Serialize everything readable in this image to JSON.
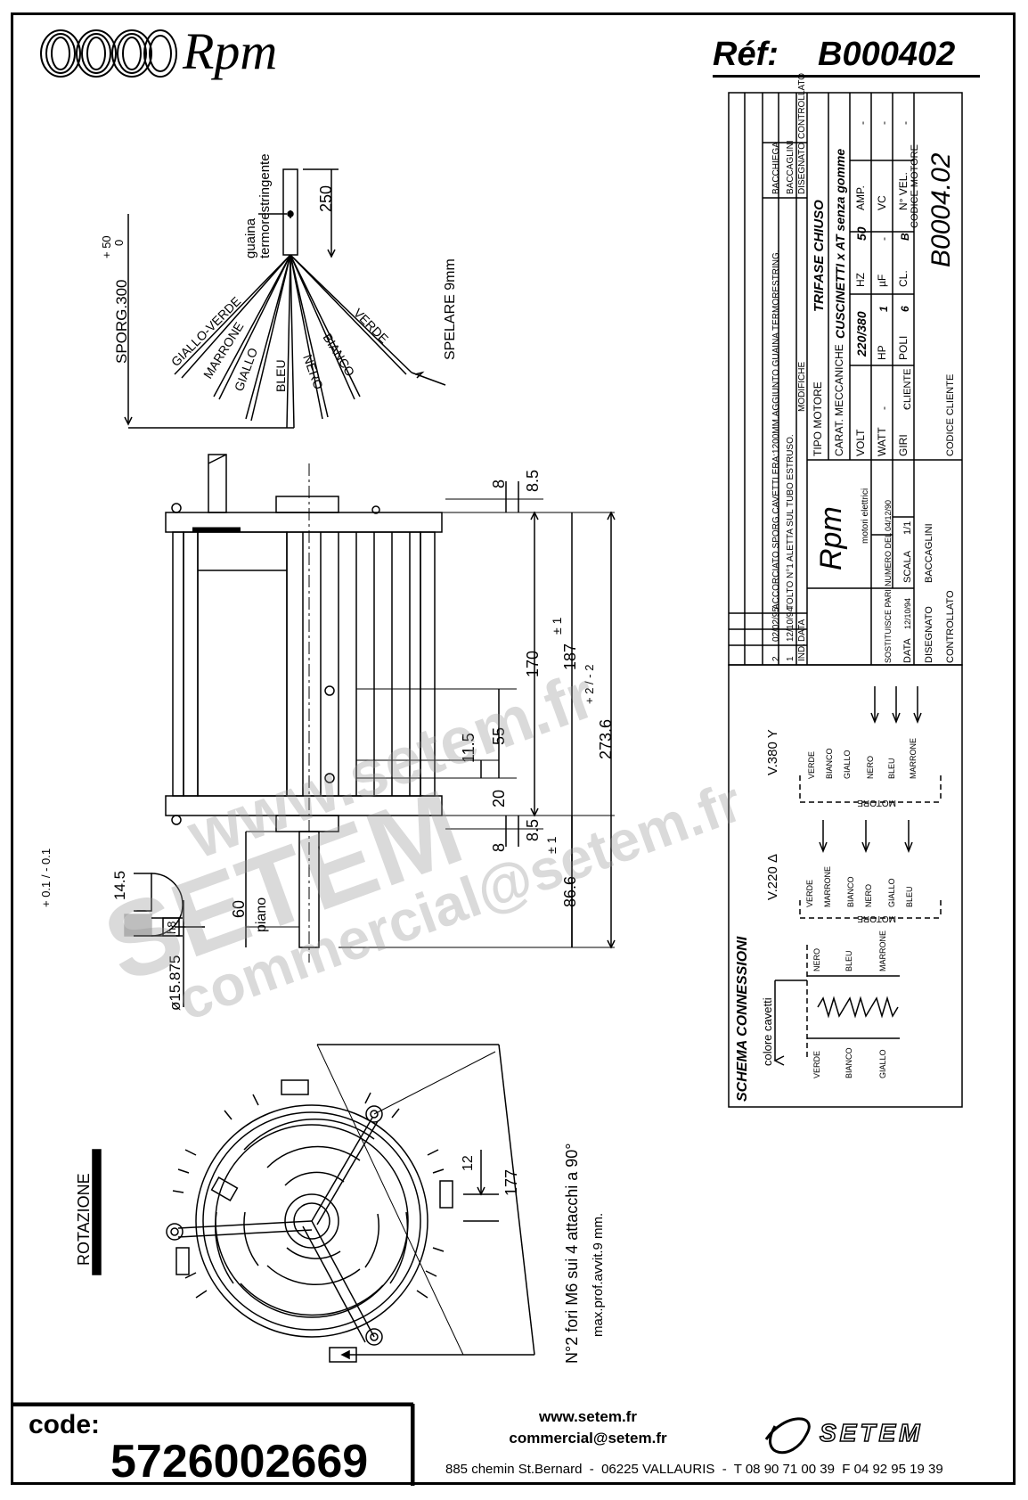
{
  "header": {
    "brand": "Rpm",
    "reference_label": "Réf:",
    "reference_value": "B000402"
  },
  "leads": {
    "sheath_label": "guaina\ntermorestringente",
    "length": "250",
    "overhang": "SPORG.300",
    "overhang_tol_plus": "+ 50",
    "overhang_tol_minus": "0",
    "strip": "SPELARE 9mm",
    "wires": [
      "GIALLO-VERDE",
      "MARRONE",
      "GIALLO",
      "BLEU",
      "NERO",
      "BIANCO",
      "VERDE"
    ]
  },
  "dimensions": {
    "d8_top": "8",
    "d85_top": "8.5",
    "d170": "170",
    "d187": "187",
    "d187_tol": "± 1",
    "d2736": "273.6",
    "d2736_tol": "+ 2 / - 2",
    "d55": "55",
    "d115": "11.5",
    "d20": "20",
    "d85_bot": "8.5",
    "d8_bot": "8",
    "d866": "86.6",
    "d866_tol": "± 1",
    "d60": "60",
    "piano": "piano",
    "shaft_dia": "ø15.875",
    "fit": "h8",
    "flat": "14.5",
    "flat_tol": "+ 0.1 / - 0.1",
    "d12": "12",
    "d177": "177",
    "holes_note_1": "N°2 fori M6 sui 4 attacchi a 90°",
    "holes_note_2": "max.prof.avvit.9 mm.",
    "rotation": "ROTAZIONE"
  },
  "title_block": {
    "revisions": [
      {
        "ind": "2",
        "date": "02/02/95",
        "text": "ACCORCIATO SPORG.CAVETTI ERA:1200MM.AGGIUNTO GUAINA TERMORESTRING.",
        "by": "BACCHIEGA"
      },
      {
        "ind": "1",
        "date": "12/10/94",
        "text": "TOLTO N°1 ALETTA SUL TUBO ESTRUSO.",
        "by": "BACCAGLINI"
      }
    ],
    "col_ind": "IND.",
    "col_data": "DATA",
    "col_mod": "MODIFICHE",
    "col_drawn": "DISEGNATO",
    "col_checked": "CONTROLLATO",
    "motor_type_label": "TIPO MOTORE",
    "motor_type": "TRIFASE CHIUSO",
    "mech_label": "CARAT. MECCANICHE",
    "mech": "CUSCINETTI x AT senza gomme",
    "volt_label": "VOLT",
    "volt": "220/380",
    "hz_label": "HZ",
    "hz": "50",
    "amp_label": "AMP.",
    "amp": "-",
    "watt_label": "WATT",
    "watt": "-",
    "hp_label": "HP",
    "hp": "1",
    "uf_label": "µF",
    "uf": "-",
    "vc_label": "VC",
    "vc": "-",
    "giri_label": "GIRI",
    "giri": "-",
    "poli_label": "POLI",
    "poli": "6",
    "cl_label": "CL.",
    "cl": "B",
    "vel_label": "N° VEL.",
    "vel": "-",
    "brand_sub": "motori elettrici",
    "substitutes_label": "SOSTITUISCE PARI",
    "number_label": "NUMERO DEL",
    "number_date": "04/12/90",
    "date_label": "DATA",
    "date": "12/10/94",
    "scale_label": "SCALA",
    "scale": "1/1",
    "drawn_label": "DISEGNATO",
    "drawn": "BACCAGLINI",
    "checked_label": "CONTROLLATO",
    "client_label": "CLIENTE",
    "client_code_label": "CODICE CLIENTE",
    "motor_code_label": "CODICE MOTORE",
    "motor_code": "B0004.02"
  },
  "connections": {
    "title": "SCHEMA CONNESSIONI",
    "colors_note": "colore cavetti",
    "star_label": "V.380 Y",
    "delta_label": "V.220 Δ",
    "motor_label": "MOTORE",
    "star_wires": [
      "VERDE",
      "BIANCO",
      "GIALLO",
      "NERO",
      "BLEU",
      "MARRONE"
    ],
    "delta_wires": [
      "VERDE",
      "MARRONE",
      "BIANCO",
      "NERO",
      "GIALLO",
      "BLEU"
    ],
    "winding_top": [
      "NERO",
      "BLEU",
      "MARRONE"
    ],
    "winding_bottom": [
      "VERDE",
      "BIANCO",
      "GIALLO"
    ]
  },
  "footer": {
    "code_label": "code:",
    "code_value": "5726002669",
    "website": "www.setem.fr",
    "email": "commercial@setem.fr",
    "address": "885 chemin St.Bernard  -  06225 VALLAURIS  -  T 08 90 71 00 39  F 04 92 95 19 39",
    "company": "SETEM"
  },
  "watermarks": [
    "www.setem.fr",
    "SETEM",
    "commercial@setem.fr"
  ]
}
